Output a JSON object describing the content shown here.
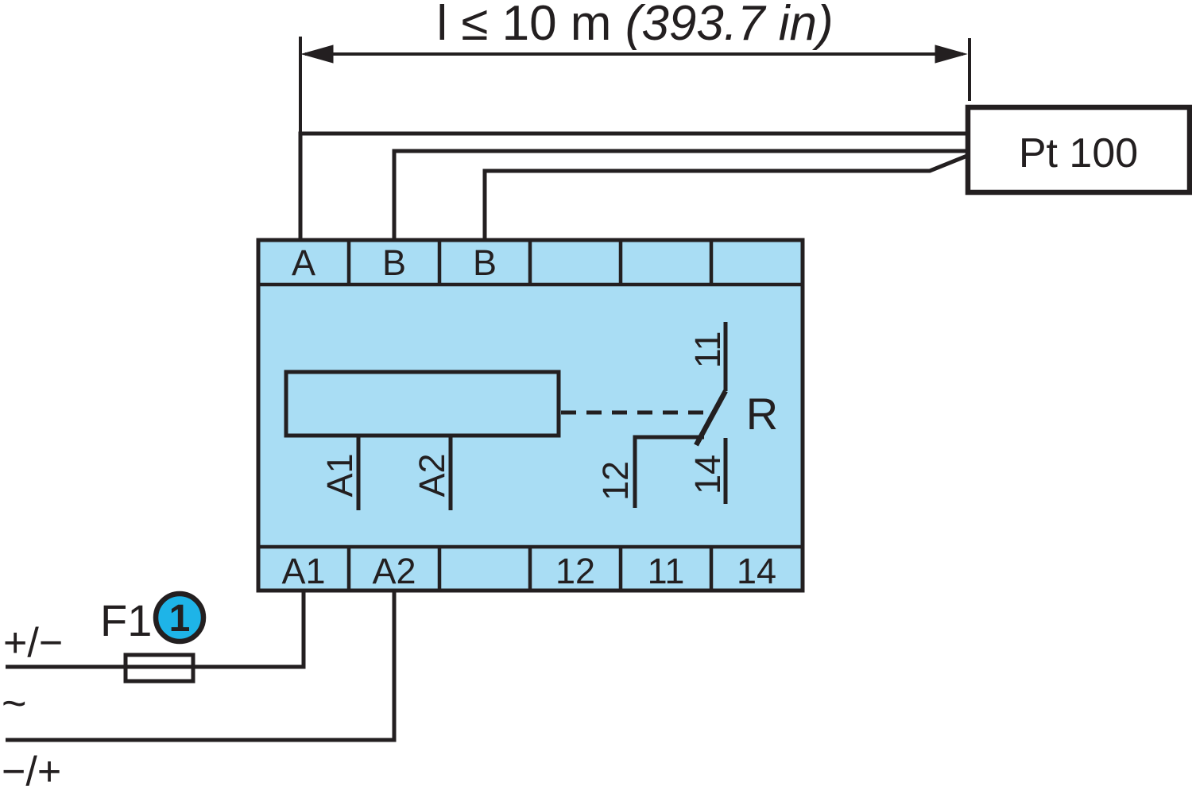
{
  "dimension": {
    "label_plain": "l ≤ 10 m ",
    "label_italic": "(393.7 in)"
  },
  "sensor": {
    "label": "Pt 100"
  },
  "device": {
    "top_terminals": [
      "A",
      "B",
      "B",
      "",
      "",
      ""
    ],
    "bottom_terminals": [
      "A1",
      "A2",
      "",
      "12",
      "11",
      "14"
    ],
    "internal_labels": {
      "coil_lead_left": "A1",
      "coil_lead_right": "A2",
      "contact_common": "11",
      "contact_nc": "12",
      "contact_no": "14",
      "relay": "R"
    }
  },
  "power": {
    "fuse_label": "F1",
    "callout_number": "1",
    "line1_label": "+/−",
    "ac_label": "~",
    "line2_label": "−/+"
  },
  "colors": {
    "device_fill": "#a9ddf4",
    "sensor_fill": "#ffffff",
    "fuse_fill": "#ffffff",
    "callout_fill": "#1eb4e8",
    "callout_text": "#ffffff",
    "line": "#231f20"
  }
}
